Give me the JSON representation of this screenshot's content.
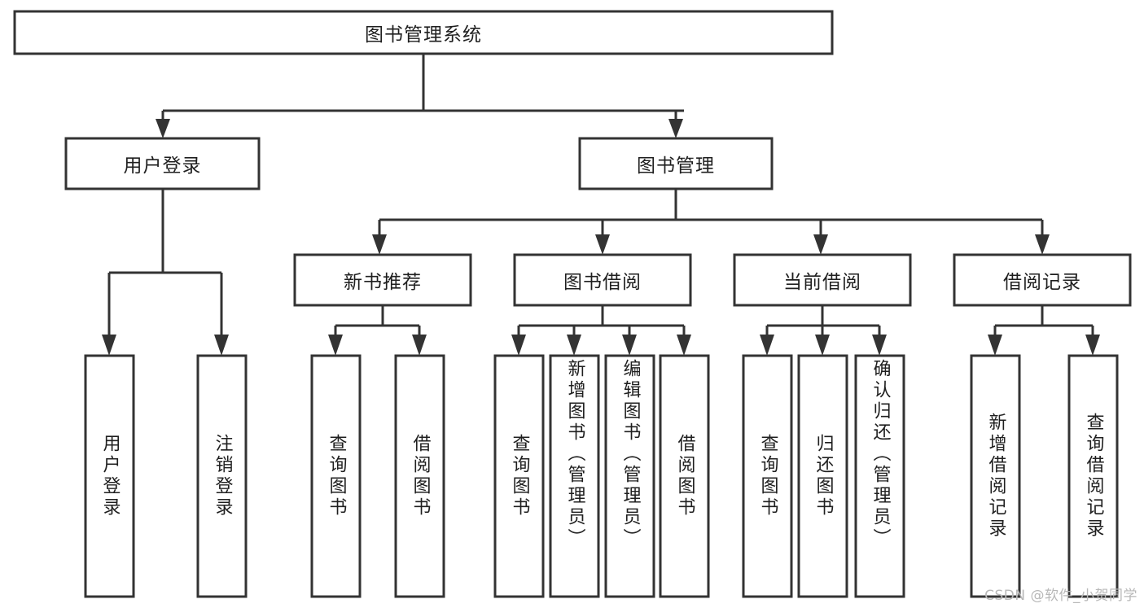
{
  "diagram": {
    "title": "图书管理系统",
    "type": "tree-hierarchy",
    "watermark": "CSDN @软件_小贺同学",
    "colors": {
      "box_stroke": "#333333",
      "box_fill": "#ffffff",
      "text": "#1f1f1f",
      "watermark": "#b8b8b8",
      "background": "#ffffff"
    },
    "root": {
      "label": "图书管理系统"
    },
    "level2": [
      {
        "label": "用户登录"
      },
      {
        "label": "图书管理"
      }
    ],
    "level3": [
      {
        "label": "新书推荐"
      },
      {
        "label": "图书借阅"
      },
      {
        "label": "当前借阅"
      },
      {
        "label": "借阅记录"
      }
    ],
    "leaves": {
      "user_login": [
        {
          "label": "用户登录"
        },
        {
          "label": "注销登录"
        }
      ],
      "new_book_recommend": [
        {
          "label": "查询图书"
        },
        {
          "label": "借阅图书"
        }
      ],
      "book_borrow": [
        {
          "label": "查询图书"
        },
        {
          "label": "新增图书（管理员）"
        },
        {
          "label": "编辑图书（管理员）"
        },
        {
          "label": "借阅图书"
        }
      ],
      "current_borrow": [
        {
          "label": "查询图书"
        },
        {
          "label": "归还图书"
        },
        {
          "label": "确认归还（管理员）"
        }
      ],
      "borrow_records": [
        {
          "label": "新增借阅记录"
        },
        {
          "label": "查询借阅记录"
        }
      ]
    }
  }
}
